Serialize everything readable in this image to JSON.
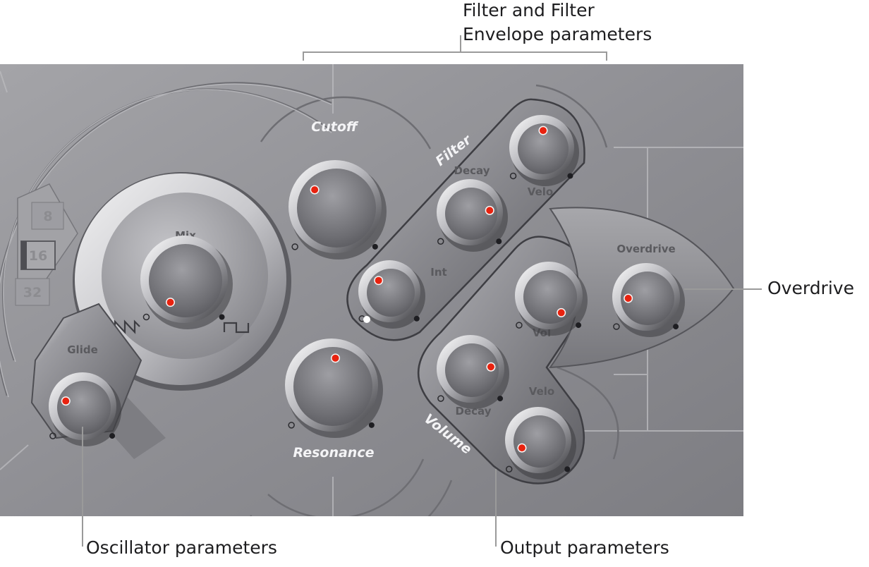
{
  "callouts": {
    "filter": [
      "Filter and Filter",
      "Envelope parameters"
    ],
    "overdrive": "Overdrive",
    "oscillator": "Oscillator parameters",
    "output": "Output parameters"
  },
  "sections": {
    "cutoff": "Cutoff",
    "resonance": "Resonance",
    "filter": "Filter",
    "volume": "Volume"
  },
  "octave_buttons": [
    "8",
    "16",
    "32"
  ],
  "octave_selected": "16",
  "knobs": {
    "mix": "Mix",
    "glide": "Glide",
    "int": "Int",
    "filter_decay": "Decay",
    "filter_velo": "Velo",
    "vol": "Vol",
    "vol_decay": "Decay",
    "vol_velo": "Velo",
    "overdrive": "Overdrive"
  },
  "icons": {
    "mix_left": "sawtooth-wave-icon",
    "mix_right": "square-wave-icon"
  },
  "colors": {
    "indicator": "#e8220f",
    "panel": "#8e8e93",
    "callout_line": "#9a9a9a"
  }
}
